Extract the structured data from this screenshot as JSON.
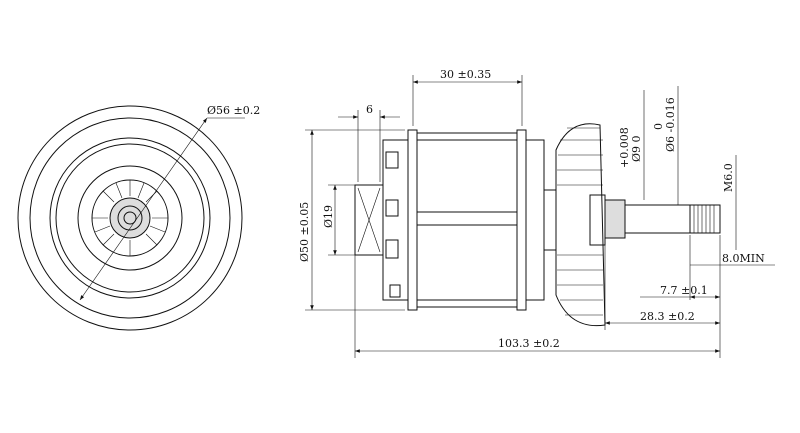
{
  "front_view": {
    "diameter_label": "Ø56 ±0.2"
  },
  "side_view": {
    "dims": {
      "stator_length": "30 ±0.35",
      "rear_offset": "6",
      "body_diameter": "Ø50 ±0.05",
      "boss_diameter": "Ø19",
      "bearing_diameter_tol_upper": "+0.008",
      "bearing_diameter": "Ø9 0",
      "shaft_diameter_tol_upper": "0",
      "shaft_diameter": "Ø6 -0.016",
      "thread": "M6.0",
      "thread_length": "8.0MIN",
      "shaft_step": "7.7 ±0.1",
      "shaft_length": "28.3 ±0.2",
      "overall_length": "103.3 ±0.2"
    }
  }
}
